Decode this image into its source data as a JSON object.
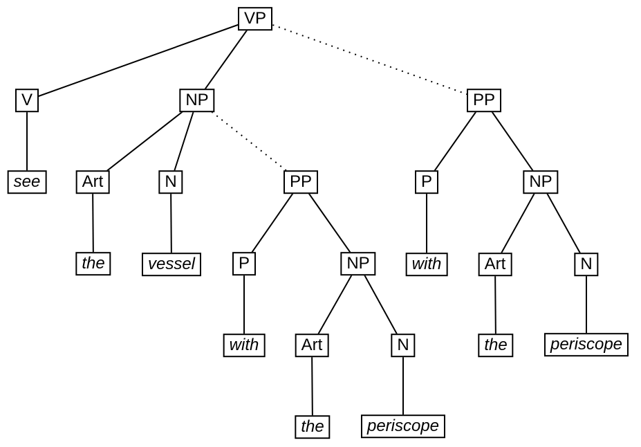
{
  "diagram": {
    "type": "syntax-parse-tree",
    "sentence_fragment": "see the vessel with the periscope",
    "colors": {
      "background": "#ffffff",
      "line": "#000000",
      "box_border": "#000000",
      "box_fill": "#ffffff",
      "text": "#000000"
    },
    "edge_styles": {
      "attachment_solid": "solid",
      "attachment_alternative": "dotted"
    }
  },
  "nodes": [
    {
      "id": "vp",
      "label": "VP",
      "kind": "phrase"
    },
    {
      "id": "v",
      "label": "V",
      "kind": "category"
    },
    {
      "id": "np-object",
      "label": "NP",
      "kind": "phrase"
    },
    {
      "id": "pp-high",
      "label": "PP",
      "kind": "phrase"
    },
    {
      "id": "see",
      "label": "see",
      "kind": "word"
    },
    {
      "id": "art-1",
      "label": "Art",
      "kind": "category"
    },
    {
      "id": "n-1",
      "label": "N",
      "kind": "category"
    },
    {
      "id": "pp-low",
      "label": "PP",
      "kind": "phrase"
    },
    {
      "id": "p-high",
      "label": "P",
      "kind": "category"
    },
    {
      "id": "np-high",
      "label": "NP",
      "kind": "phrase"
    },
    {
      "id": "the-1",
      "label": "the",
      "kind": "word"
    },
    {
      "id": "vessel",
      "label": "vessel",
      "kind": "word"
    },
    {
      "id": "p-low",
      "label": "P",
      "kind": "category"
    },
    {
      "id": "np-low",
      "label": "NP",
      "kind": "phrase"
    },
    {
      "id": "with-high",
      "label": "with",
      "kind": "word"
    },
    {
      "id": "art-high",
      "label": "Art",
      "kind": "category"
    },
    {
      "id": "n-high",
      "label": "N",
      "kind": "category"
    },
    {
      "id": "with-low",
      "label": "with",
      "kind": "word"
    },
    {
      "id": "art-low",
      "label": "Art",
      "kind": "category"
    },
    {
      "id": "n-low",
      "label": "N",
      "kind": "category"
    },
    {
      "id": "the-high",
      "label": "the",
      "kind": "word"
    },
    {
      "id": "periscope-high",
      "label": "periscope",
      "kind": "word"
    },
    {
      "id": "the-low",
      "label": "the",
      "kind": "word"
    },
    {
      "id": "periscope-low",
      "label": "periscope",
      "kind": "word"
    }
  ]
}
